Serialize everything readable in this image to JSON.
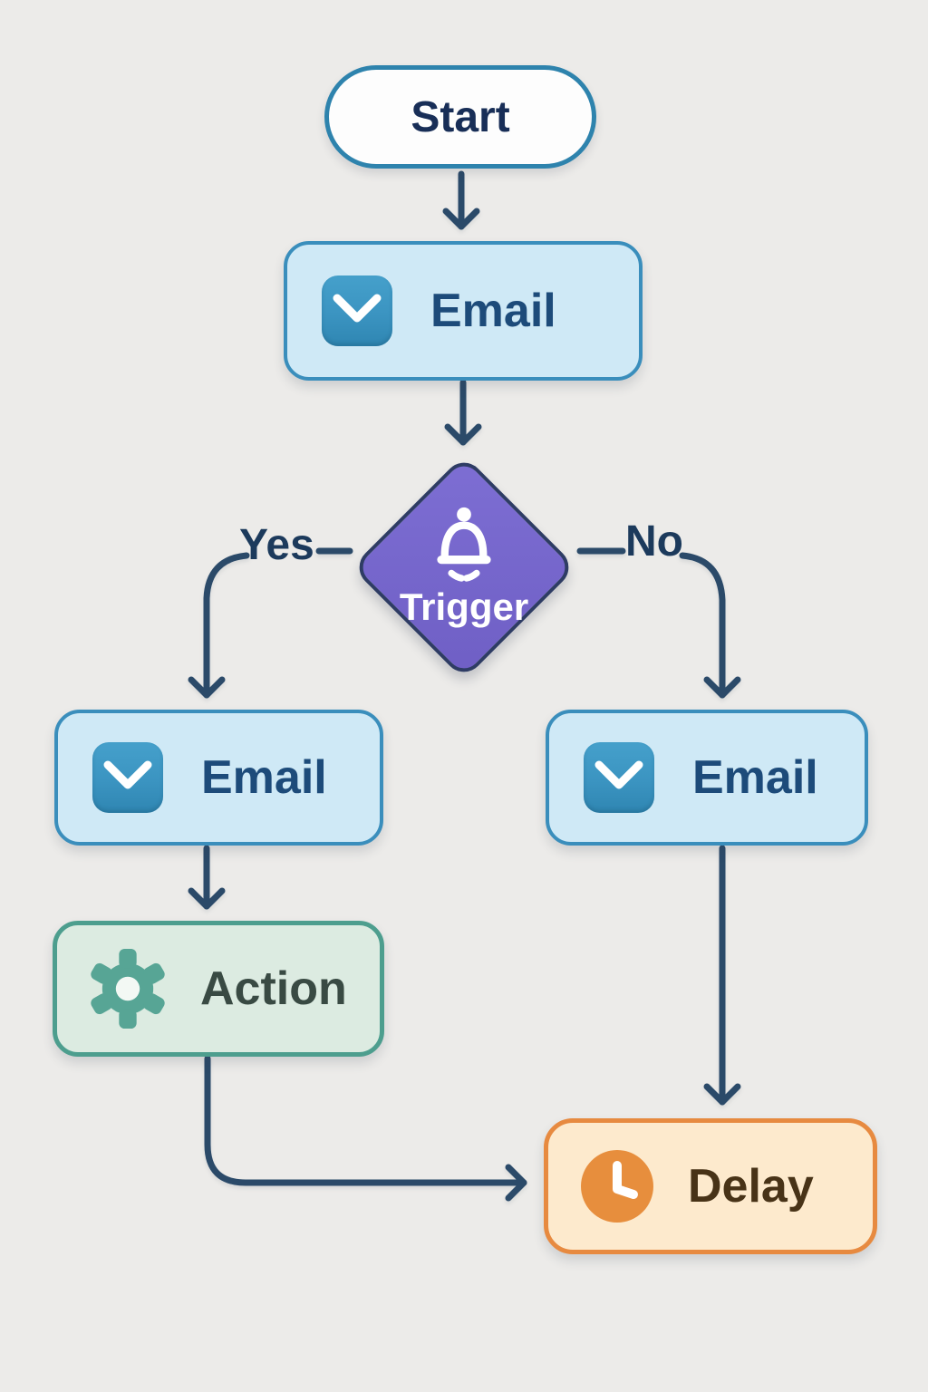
{
  "nodes": {
    "start": {
      "label": "Start"
    },
    "email_top": {
      "label": "Email",
      "icon": "envelope-icon"
    },
    "trigger": {
      "label": "Trigger",
      "icon": "bell-icon"
    },
    "email_yes": {
      "label": "Email",
      "icon": "envelope-icon"
    },
    "email_no": {
      "label": "Email",
      "icon": "envelope-icon"
    },
    "action": {
      "label": "Action",
      "icon": "gear-icon"
    },
    "delay": {
      "label": "Delay",
      "icon": "clock-icon"
    }
  },
  "branch_labels": {
    "yes": "Yes",
    "no": "No"
  },
  "colors": {
    "background": "#ecebe9",
    "connector": "#2b4a69",
    "start_fill": "#fdfdfd",
    "start_border": "#2e83ad",
    "start_text": "#182e57",
    "email_fill": "#cfe9f6",
    "email_border": "#3a8ebc",
    "email_icon": "#3b94c1",
    "email_text": "#1d4b7a",
    "trigger_fill": "#7464c9",
    "trigger_border": "#2e3c64",
    "trigger_text": "#ffffff",
    "action_fill": "#dcebe1",
    "action_border": "#4d9e8e",
    "action_icon": "#57a595",
    "action_text": "#394a43",
    "delay_fill": "#fdeacd",
    "delay_border": "#e78a40",
    "delay_icon": "#e78e3d",
    "delay_text": "#483317",
    "branch_text": "#1c3a5c"
  }
}
